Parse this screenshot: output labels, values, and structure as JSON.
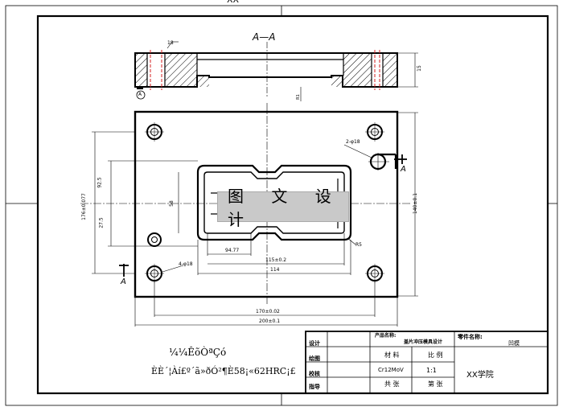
{
  "drawing": {
    "top_text": "XX",
    "section_label": "A—A",
    "section_marker": "A",
    "view_letter_left": "A",
    "view_letter_right": "A",
    "dims": {
      "d_hole_note": "2-φ18",
      "side_thk": "15",
      "top_tag": "18",
      "small_tag": "R1",
      "left_outer": "176±0.077",
      "left_mid": "92.5",
      "left_low": "27.5",
      "left_inner": "58",
      "right_outer": "140±0.1",
      "inner_94": "94.77",
      "inner_center": "115±0.2",
      "inner_114": "114",
      "bot_170": "170±0.02",
      "bot_200": "200±0.1",
      "r5": "R5",
      "hole_note": "4-φ18"
    },
    "tech_req_title": "¼¼ÊõÒªÇó",
    "tech_req_body": "ÈÈ´¦Àí£º´ã»ðÓ²¶È58¡«62HRC¡£",
    "watermark": "图 文 设 计"
  },
  "title_block": {
    "product_name_label": "产品名称:",
    "product_name_value": "盖片冲压模具设计",
    "part_name_label": "零件名称:",
    "part_name_value": "凹模",
    "row_labels": [
      "设计",
      "绘图",
      "校核",
      "指导"
    ],
    "material_label": "材 料",
    "scale_label": "比 例",
    "material_value": "Cr12MoV",
    "scale_value": "1:1",
    "total_label": "共 张",
    "sheet_label": "第 张",
    "school": "XX学院"
  }
}
